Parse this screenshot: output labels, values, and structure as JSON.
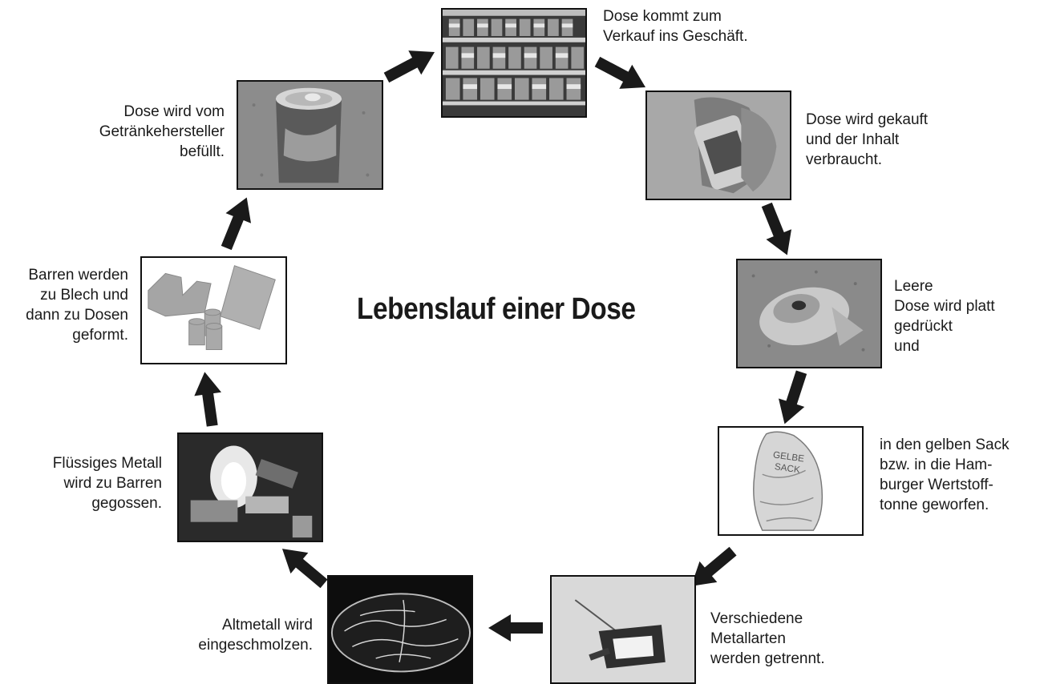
{
  "title": "Lebenslauf einer Dose",
  "steps": {
    "shop": "Dose kommt zum\nVerkauf ins Geschäft.",
    "bought": "Dose wird gekauft\nund der Inhalt\nverbraucht.",
    "flattened": "Leere\nDose wird platt\ngedrückt\nund",
    "sack": "in den gelben Sack\nbzw. in die Ham-\nburger Wertstoff-\ntonne geworfen.",
    "separated": "Verschiedene\nMetallarten\nwerden getrennt.",
    "melted": "Altmetall wird\neingeschmolzen.",
    "cast": "Flüssiges Metall\nwird zu Barren\ngegossen.",
    "formed": "Barren werden\nzu Blech und\ndann zu Dosen\ngeformt.",
    "filled": "Dose wird vom\nGetränkehersteller\nbefüllt."
  },
  "sack_print": [
    "GELBE",
    "SACK"
  ],
  "colors": {
    "arrow": "#1a1a1a",
    "frame": "#111111"
  }
}
